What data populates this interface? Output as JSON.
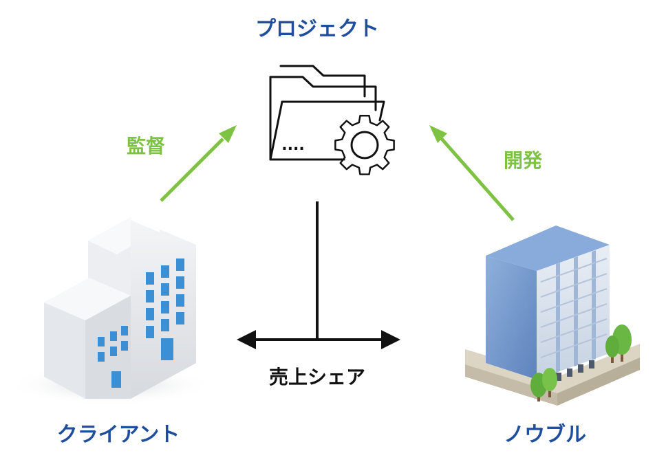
{
  "title": "プロジェクト",
  "client_label": "クライアント",
  "noble_label": "ノウブル",
  "supervise_label": "監督",
  "develop_label": "開発",
  "revenue_label": "売上シェア",
  "folder_dots": "....",
  "colors": {
    "title_blue": "#1f4e9c",
    "arrow_green": "#7dc242",
    "line_black": "#111111"
  },
  "icons": {
    "project": "folder-gear-icon",
    "client": "office-building-icon",
    "noble": "corporate-tower-icon"
  }
}
